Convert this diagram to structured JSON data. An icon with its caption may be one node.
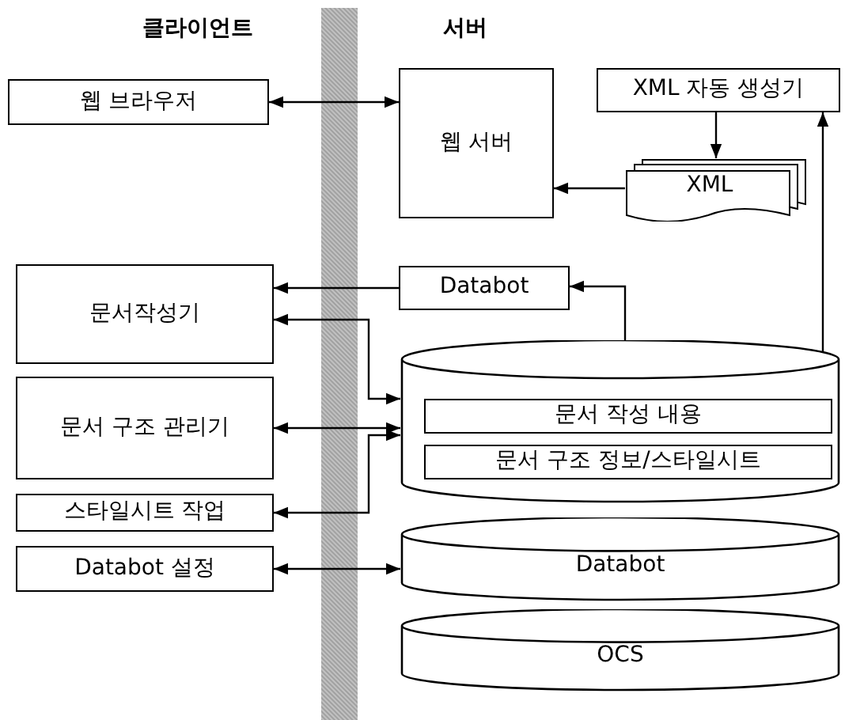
{
  "diagram": {
    "nodes": [
      {
        "text": [
          "웹 브라우저"
        ]
      },
      {
        "text": [
          "웹 서버"
        ]
      },
      {
        "text": [
          "XML 자동 생성기"
        ]
      },
      {
        "text": [
          "XML"
        ]
      },
      {
        "text": [
          "Databot"
        ]
      },
      {
        "text": [
          "문서작성기"
        ]
      },
      {
        "text": [
          "문서 구조 관리기"
        ]
      },
      {
        "text": [
          "스타일시트 작업"
        ]
      },
      {
        "text": [
          "Databot 설정"
        ]
      },
      {
        "text": [],
        "shape": "cylinder"
      },
      {
        "text": [
          "문서 작성 내용"
        ],
        "in": 9
      },
      {
        "text": [
          "문서 구조 정보/스타일시트"
        ],
        "in": 9
      },
      {
        "text": [
          "Databot"
        ]
      },
      {
        "text": [
          "OCS"
        ]
      }
    ],
    "edges": [
      {
        "from": 0,
        "to": 1,
        "arrow": "both"
      },
      {
        "from": 2,
        "to": 3,
        "arrow": "to"
      },
      {
        "from": 3,
        "to": 1,
        "arrow": "to"
      },
      {
        "from": 9,
        "to": 2,
        "arrow": "to"
      },
      {
        "from": 9,
        "to": 4,
        "arrow": "to"
      },
      {
        "from": 4,
        "to": 5,
        "arrow": "to"
      },
      {
        "from": 5,
        "to": 9,
        "arrow": "both"
      },
      {
        "from": 6,
        "to": 9,
        "arrow": "both"
      },
      {
        "from": 7,
        "to": 9,
        "arrow": "both"
      },
      {
        "from": 8,
        "to": 12,
        "arrow": "both"
      }
    ],
    "labels": [
      "클라이언트",
      "서버"
    ]
  }
}
